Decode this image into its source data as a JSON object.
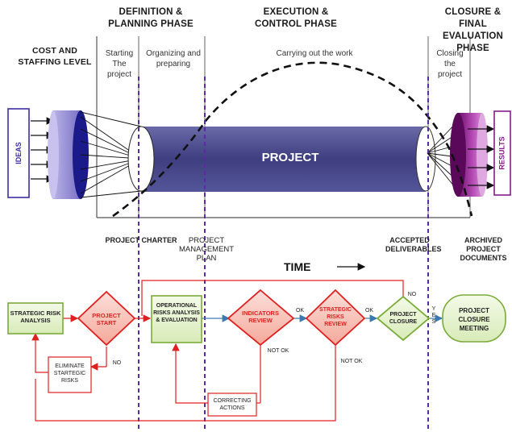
{
  "phases": {
    "definition": "DEFINITION & PLANNING PHASE",
    "execution": "EXECUTION & CONTROL PHASE",
    "closure": "CLOSURE & FINAL EVALUATION PHASE"
  },
  "cost_staffing": "COST AND STAFFING LEVEL",
  "subphases": {
    "starting": "Starting The project",
    "organizing": "Organizing and preparing",
    "carrying": "Carrying out the work",
    "closing": "Closing the project"
  },
  "ideas": "IDEAS",
  "project": "PROJECT",
  "results": "RESULTS",
  "milestones": {
    "charter": "PROJECT CHARTER",
    "plan": "PROJECT MANAGEMENT PLAN",
    "accepted": "ACCEPTED DELIVERABLES",
    "archived": "ARCHIVED PROJECT DOCUMENTS"
  },
  "time_label": "TIME",
  "flow": {
    "strategic_risk_analysis": "STRATEGIC RISK ANALYSIS",
    "project_start": "PROJECT START",
    "operational_risks": "OPERATIONAL RISKS ANALYSIS & EVALUATION",
    "indicators_review": "INDICATORS REVIEW",
    "strategic_risks_review": "STRATEGIC RISKS REVIEW",
    "project_closure": "PROJECT CLOSURE",
    "closure_meeting": "PROJECT CLOSURE MEETING",
    "eliminate": "ELIMINATE STARTEGIC RISKS",
    "correcting": "CORRECTING ACTIONS",
    "ok1": "OK",
    "ok2": "OK",
    "no_top": "NO",
    "no_start": "NO",
    "not_ok1": "NOT OK",
    "not_ok2": "NOT OK",
    "yes": "YES"
  },
  "colors": {
    "cylinder": "#4a4a8c",
    "ideas_purple": "#6b5fb5",
    "results_purple": "#8a1a8a",
    "dashed_line": "#5a2ca0",
    "flow_green": "#7aab3a",
    "flow_red": "#e02020"
  }
}
